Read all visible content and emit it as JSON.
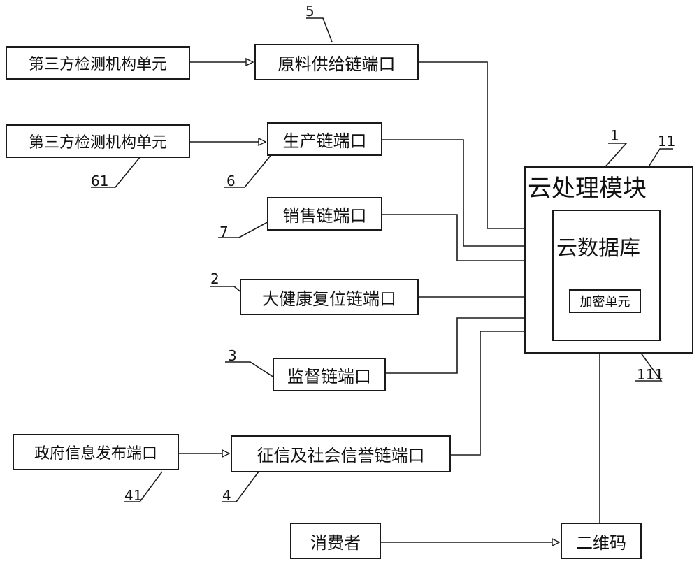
{
  "diagram": {
    "nodes": {
      "third_party_1": "第三方检测机构单元",
      "third_party_2": "第三方检测机构单元",
      "raw_material_port": "原料供给链端口",
      "production_port": "生产链端口",
      "sales_port": "销售链端口",
      "health_reset_port": "大健康复位链端口",
      "supervision_port": "监督链端口",
      "gov_info_port": "政府信息发布端口",
      "credit_port": "征信及社会信誉链端口",
      "consumer": "消费者",
      "qr_code": "二维码",
      "cloud_module": "云处理模块",
      "cloud_db": "云数据库",
      "encryption_unit": "加密单元"
    },
    "labels": {
      "l5": "5",
      "l6": "6",
      "l61": "61",
      "l7": "7",
      "l2": "2",
      "l3": "3",
      "l4": "4",
      "l41": "41",
      "l1": "1",
      "l11": "11",
      "l111": "111"
    },
    "colors": {
      "stroke": "#1a1a1a",
      "background": "#ffffff"
    }
  }
}
